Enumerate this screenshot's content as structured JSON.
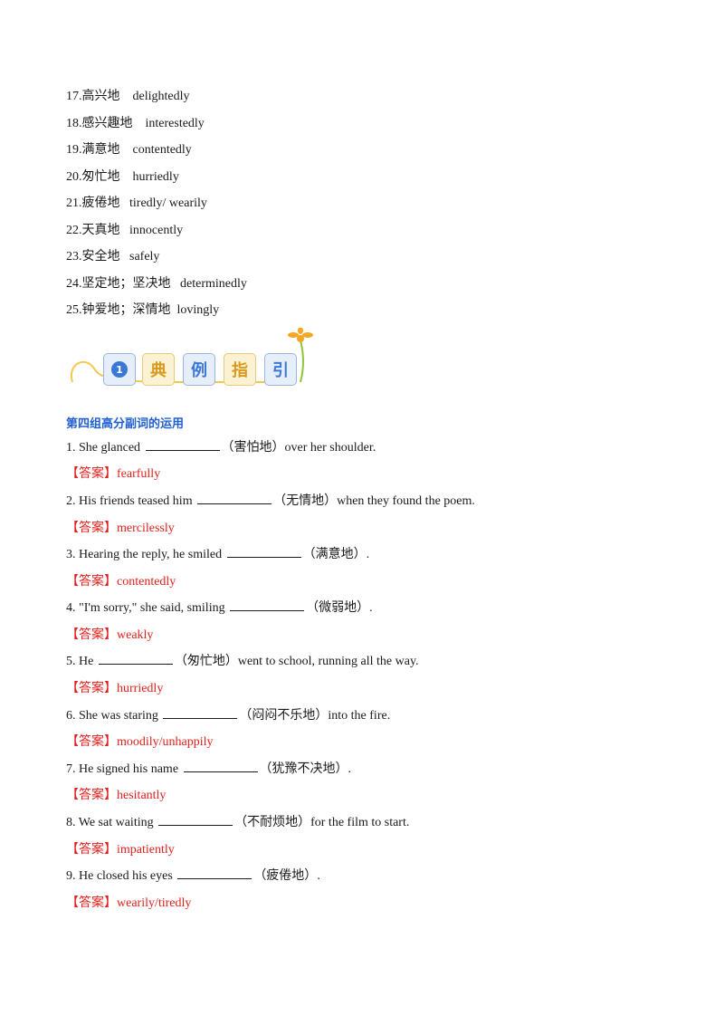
{
  "vocab": [
    {
      "num": "17.",
      "cn": "高兴地",
      "en": "delightedly"
    },
    {
      "num": "18.",
      "cn": "感兴趣地",
      "en": "interestedly"
    },
    {
      "num": "19.",
      "cn": "满意地",
      "en": "contentedly"
    },
    {
      "num": "20.",
      "cn": "匆忙地",
      "en": "hurriedly"
    },
    {
      "num": "21.",
      "cn": "疲倦地",
      "en": "tiredly/ wearily"
    },
    {
      "num": "22.",
      "cn": "天真地",
      "en": "innocently"
    },
    {
      "num": "23.",
      "cn": "安全地",
      "en": "safely"
    },
    {
      "num": "24.",
      "cn": "坚定地；坚决地",
      "en": "determinedly"
    },
    {
      "num": "25.",
      "cn": "钟爱地；深情地",
      "en": "lovingly"
    }
  ],
  "banner": {
    "num": "1",
    "chars": [
      "典",
      "例",
      "指",
      "引"
    ],
    "colors": {
      "blue_tile": "#e6eef9",
      "gold_tile": "#fbf1d3",
      "flower": "#f5a623",
      "stem": "#8cc63f"
    }
  },
  "section_title": "第四组高分副词的运用",
  "answer_label": "【答案】",
  "questions": [
    {
      "num": "1.",
      "before": "She glanced",
      "hint": "（害怕地）",
      "after": "over her shoulder.",
      "answer": "fearfully"
    },
    {
      "num": "2.",
      "before": "His friends teased him",
      "hint": "（无情地）",
      "after": "when they found the poem.",
      "answer": "mercilessly"
    },
    {
      "num": "3.",
      "before": "Hearing the reply, he smiled",
      "hint": "（满意地）",
      "after": ".",
      "answer": "contentedly"
    },
    {
      "num": "4.",
      "before": "\"I'm sorry,\" she said, smiling",
      "hint": "（微弱地）",
      "after": ".",
      "answer": "weakly"
    },
    {
      "num": "5.",
      "before": "He",
      "hint": "（匆忙地）",
      "after": "went to school, running all the way.",
      "answer": "hurriedly"
    },
    {
      "num": "6.",
      "before": "She was staring",
      "hint": "（闷闷不乐地）",
      "after": "into the fire.",
      "answer": "moodily/unhappily"
    },
    {
      "num": "7.",
      "before": "He signed his name",
      "hint": "（犹豫不决地）",
      "after": ".",
      "answer": "hesitantly"
    },
    {
      "num": "8.",
      "before": "We sat waiting",
      "hint": "（不耐烦地）",
      "after": "for the film to start.",
      "answer": "impatiently"
    },
    {
      "num": "9.",
      "before": "He closed his eyes",
      "hint": "（疲倦地）",
      "after": ".",
      "answer": "wearily/tiredly"
    }
  ]
}
